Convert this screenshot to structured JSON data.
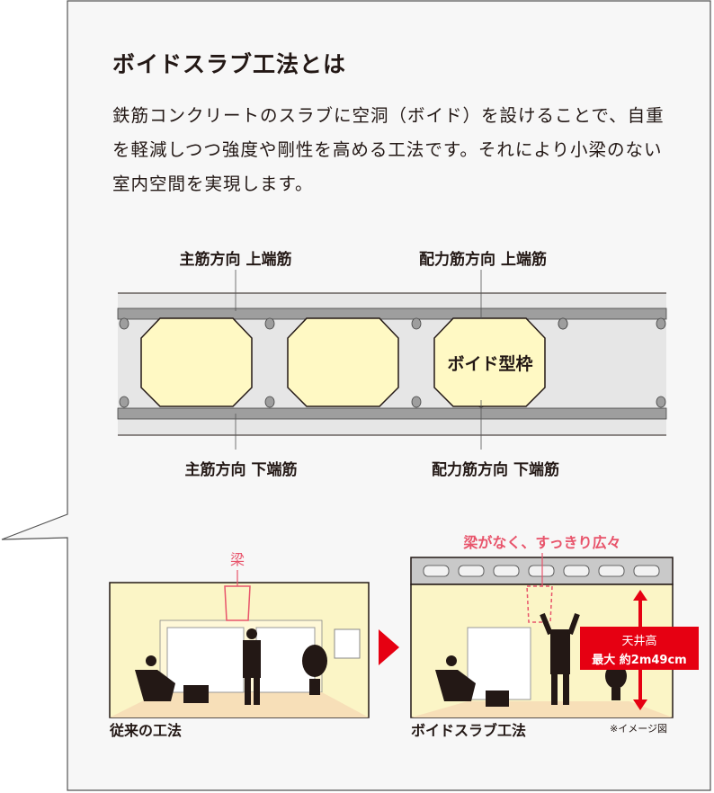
{
  "heading": "ボイドスラブ工法とは",
  "description": "鉄筋コンクリートのスラブに空洞（ボイド）を設けることで、自重を軽減しつつ強度や剛性を高める工法です。それにより小梁のない室内空間を実現します。",
  "slab_diagram": {
    "label_top_left": "主筋方向 上端筋",
    "label_top_right": "配力筋方向 上端筋",
    "label_bottom_left": "主筋方向 下端筋",
    "label_bottom_right": "配力筋方向 下端筋",
    "void_label": "ボイド型枠"
  },
  "comparison": {
    "left_beam_label": "梁",
    "left_caption": "従来の工法",
    "right_callout": "梁がなく、すっきり広々",
    "right_caption": "ボイドスラブ工法",
    "ceiling_height_line1": "天井高",
    "ceiling_height_line2": "最大 約2m49cm",
    "note": "※イメージ図"
  },
  "colors": {
    "accent_red": "#e60012",
    "pink": "#e8546b",
    "void_fill": "#fff9c4",
    "room_wall": "#fbf5c6",
    "concrete": "#e6e6e6",
    "rebar": "#9e9e9e"
  }
}
